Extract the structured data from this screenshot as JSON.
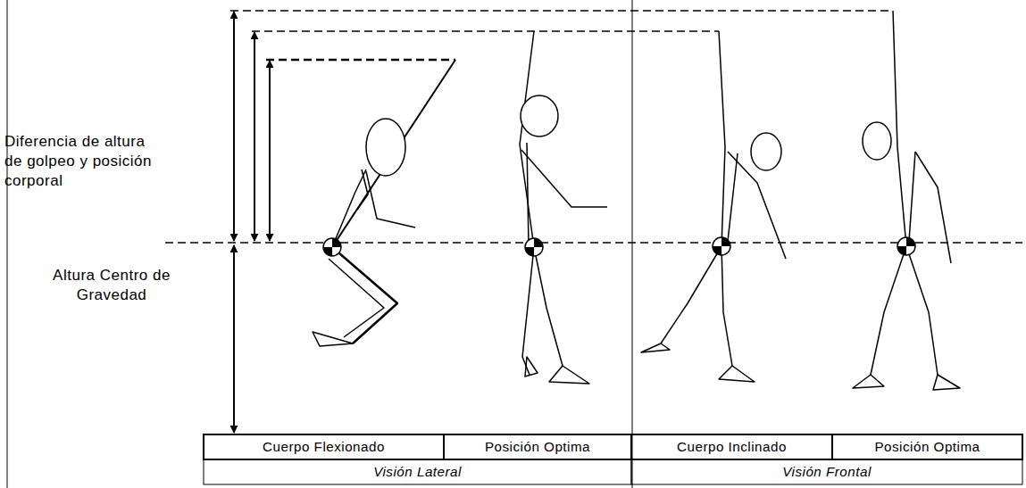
{
  "diagram": {
    "labels": [
      "Diferencia de altura de golpeo y posición corporal",
      "Altura Centro de Gravedad",
      "Cuerpo Flexionado",
      "Posición Optima",
      "Cuerpo Inclinado",
      "Posición Optima",
      "Visión Lateral",
      "Visión Frontal"
    ]
  }
}
